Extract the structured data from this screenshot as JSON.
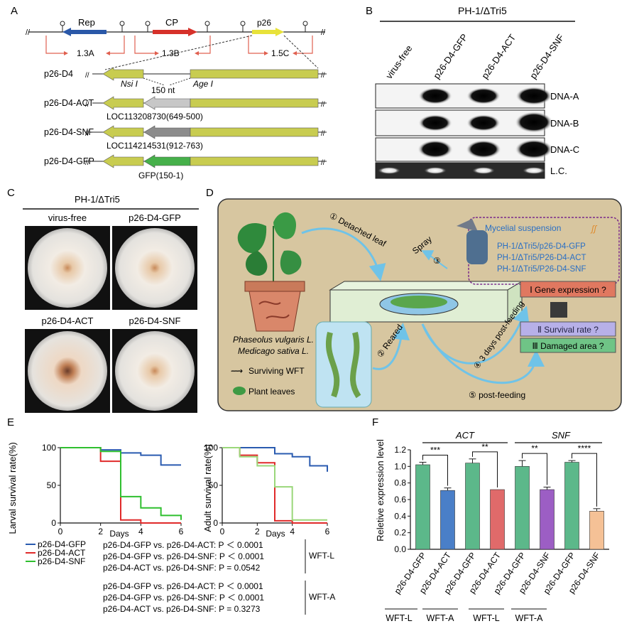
{
  "panel_letters": {
    "a": "A",
    "b": "B",
    "c": "C",
    "d": "D",
    "e": "E",
    "f": "F"
  },
  "panelA": {
    "genes": {
      "rep": "Rep",
      "cp": "CP",
      "p26": "p26"
    },
    "transcripts": {
      "t1": "1.3A",
      "t2": "1.3B",
      "t3": "1.5C"
    },
    "constructs": [
      "p26-D4",
      "p26-D4-ACT",
      "p26-D4-SNF",
      "p26-D4-GFP"
    ],
    "sites": {
      "nsi": "Nsi I",
      "age": "Age I",
      "gap": "150 nt"
    },
    "inserts": {
      "act": "LOC113208730(649-500)",
      "snf": "LOC114214531(912-763)",
      "gfp": "GFP(150-1)"
    },
    "colors": {
      "rep": "#2a58a8",
      "cp": "#d6312a",
      "p26": "#e8e23a",
      "backbone": "#c8cc50",
      "act": "#c7c7c7",
      "snf": "#8c8c8c",
      "gfp": "#46b04a",
      "arrow": "#e06050"
    }
  },
  "panelB": {
    "title": "PH-1/ΔTri5",
    "lanes": [
      "virus-free",
      "p26-D4-GFP",
      "p26-D4-ACT",
      "p26-D4-SNF"
    ],
    "rows": [
      "DNA-A",
      "DNA-B",
      "DNA-C",
      "L.C."
    ]
  },
  "panelC": {
    "title": "PH-1/ΔTri5",
    "plates": [
      "virus-free",
      "p26-D4-GFP",
      "p26-D4-ACT",
      "p26-D4-SNF"
    ]
  },
  "panelD": {
    "step1": "① Detached leaf",
    "step2": "② Reared",
    "step3": "③",
    "spray": "Spray",
    "step4": "④ 3 days post-feeding",
    "step5": "⑤ post-feeding",
    "plants": [
      "Phaseolus vulgaris L.",
      "Medicago sativa L."
    ],
    "legend": [
      "Surviving WFT",
      "Plant leaves"
    ],
    "suspension_title": "Mycelial suspension",
    "suspensions": [
      "PH-1/ΔTri5/p26-D4-GFP",
      "PH-1/ΔTri5/P26-D4-ACT",
      "PH-1/ΔTri5/P26-D4-SNF"
    ],
    "outcomes": [
      "Ⅰ Gene expression ?",
      "Ⅱ Survival rate ?",
      "Ⅲ Damaged area ?"
    ]
  },
  "panelE": {
    "larval_ylabel": "Larval survival rate(%)",
    "adult_ylabel": "Adult survival rate(%)",
    "xlabel": "Days",
    "legend": [
      "p26-D4-GFP",
      "p26-D4-ACT",
      "p26-D4-SNF"
    ],
    "stats_l": [
      "p26-D4-GFP vs. p26-D4-ACT: P ＜ 0.0001",
      "p26-D4-GFP vs. p26-D4-SNF: P ＜ 0.0001",
      "p26-D4-ACT vs. p26-D4-SNF: P = 0.0542"
    ],
    "stats_a": [
      "p26-D4-GFP vs. p26-D4-ACT: P ＜ 0.0001",
      "p26-D4-GFP vs. p26-D4-SNF: P ＜ 0.0001",
      "p26-D4-ACT vs. p26-D4-SNF: P = 0.3273"
    ],
    "group_l": "WFT-L",
    "group_a": "WFT-A"
  },
  "panelF": {
    "ylabel": "Reletive expression level",
    "groups": [
      "ACT",
      "SNF"
    ],
    "bottom_groups": [
      "WFT-L",
      "WFT-A",
      "WFT-L",
      "WFT-A"
    ],
    "sig": [
      "***",
      "**",
      "**",
      "****"
    ]
  },
  "chart_data": [
    {
      "type": "line",
      "subtype": "step",
      "ylabel": "Larval survival rate(%)",
      "xlabel": "Days",
      "xlim": [
        0,
        6
      ],
      "ylim": [
        0,
        100
      ],
      "xticks": [
        0,
        2,
        4,
        6
      ],
      "yticks": [
        0,
        50,
        100
      ],
      "series": [
        {
          "name": "p26-D4-GFP",
          "color": "#2a5bb0",
          "x": [
            0,
            1,
            2,
            3,
            4,
            5,
            6
          ],
          "y": [
            100,
            100,
            97,
            93,
            90,
            77,
            77
          ]
        },
        {
          "name": "p26-D4-ACT",
          "color": "#e02a2a",
          "x": [
            0,
            1,
            2,
            3,
            4,
            5,
            6
          ],
          "y": [
            100,
            100,
            82,
            4,
            0,
            0,
            0
          ]
        },
        {
          "name": "p26-D4-SNF",
          "color": "#2fbf2f",
          "x": [
            0,
            1,
            2,
            3,
            4,
            5,
            6
          ],
          "y": [
            100,
            100,
            95,
            35,
            20,
            10,
            4
          ]
        }
      ]
    },
    {
      "type": "line",
      "subtype": "step",
      "ylabel": "Adult survival rate(%)",
      "xlabel": "Days",
      "xlim": [
        0,
        6
      ],
      "ylim": [
        0,
        100
      ],
      "xticks": [
        0,
        2,
        4,
        6
      ],
      "yticks": [
        0,
        50,
        100
      ],
      "series": [
        {
          "name": "p26-D4-GFP",
          "color": "#2a5bb0",
          "x": [
            0,
            1,
            2,
            3,
            4,
            5,
            6
          ],
          "y": [
            100,
            100,
            100,
            92,
            88,
            76,
            68
          ]
        },
        {
          "name": "p26-D4-ACT",
          "color": "#e02a2a",
          "x": [
            0,
            1,
            2,
            3,
            4,
            5,
            6
          ],
          "y": [
            100,
            90,
            80,
            3,
            0,
            0,
            0
          ]
        },
        {
          "name": "p26-D4-SNF",
          "color": "#9ad77a",
          "x": [
            0,
            1,
            2,
            3,
            4,
            5,
            6
          ],
          "y": [
            100,
            88,
            76,
            48,
            4,
            4,
            4
          ]
        }
      ]
    },
    {
      "type": "bar",
      "ylabel": "Reletive expression level",
      "ylim": [
        0,
        1.2
      ],
      "yticks": [
        0,
        0.2,
        0.4,
        0.6,
        0.8,
        1.0,
        1.2
      ],
      "categories": [
        "p26-D4-GFP",
        "p26-D4-ACT",
        "p26-D4-GFP",
        "p26-D4-ACT",
        "p26-D4-GFP",
        "p26-D4-SNF",
        "p26-D4-GFP",
        "p26-D4-SNF"
      ],
      "values": [
        1.02,
        0.71,
        1.04,
        0.72,
        1.0,
        0.72,
        1.05,
        0.46
      ],
      "errors": [
        0.03,
        0.03,
        0.05,
        0.0,
        0.07,
        0.03,
        0.02,
        0.03
      ],
      "colors": [
        "#5cb88a",
        "#4a7fc8",
        "#5cb88a",
        "#e06a6a",
        "#5cb88a",
        "#9c5ec4",
        "#5cb88a",
        "#f5c196"
      ]
    }
  ]
}
